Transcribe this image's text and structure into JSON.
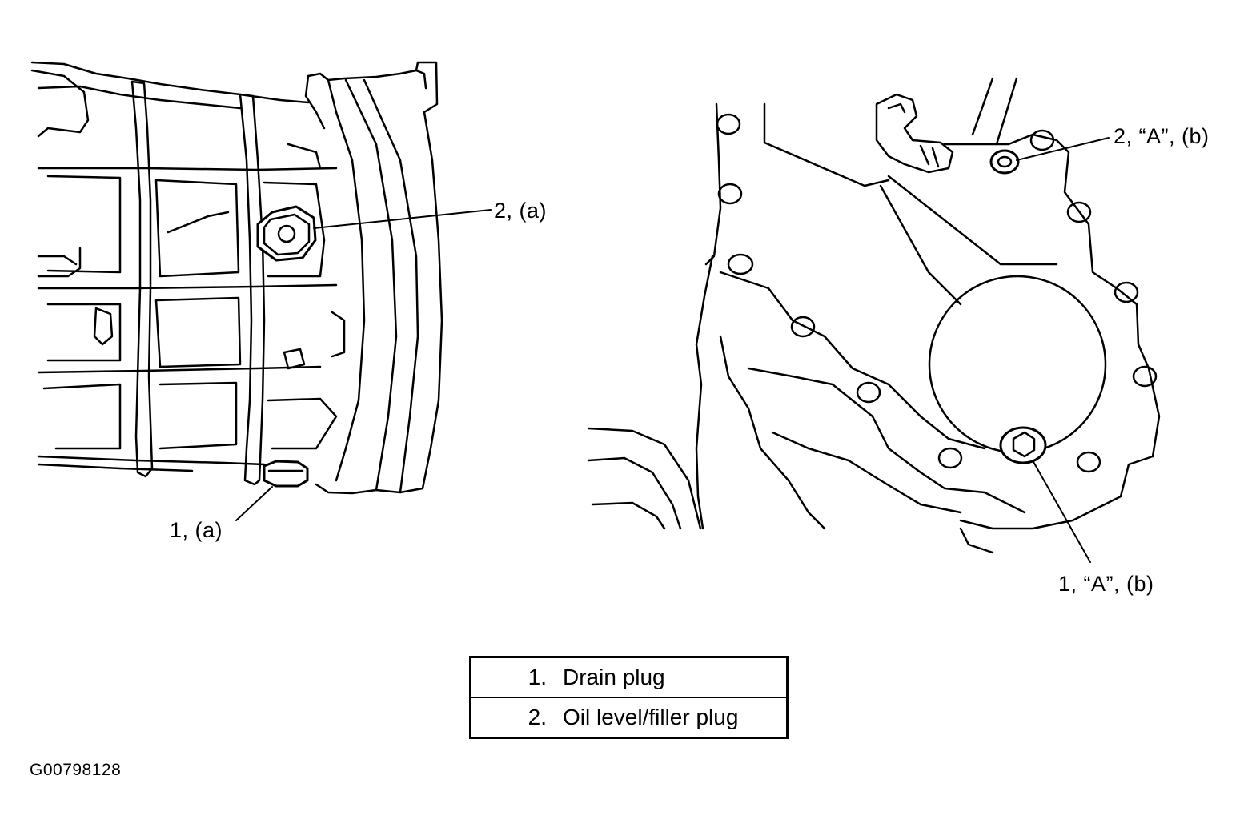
{
  "callouts": {
    "left_upper": "2, (a)",
    "left_lower": "1, (a)",
    "right_upper": "2, “A”, (b)",
    "right_lower": "1, “A”, (b)"
  },
  "legend": [
    {
      "number": "1.",
      "label": "Drain plug"
    },
    {
      "number": "2.",
      "label": "Oil level/filler plug"
    }
  ],
  "figure_id": "G00798128"
}
